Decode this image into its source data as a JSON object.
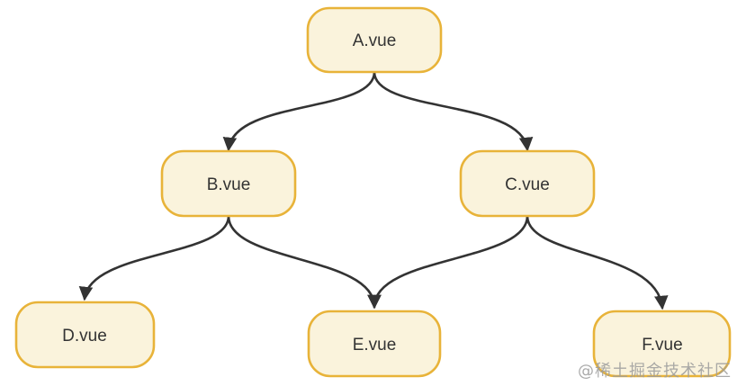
{
  "diagram": {
    "type": "flowchart",
    "nodes": [
      {
        "id": "A",
        "label": "A.vue"
      },
      {
        "id": "B",
        "label": "B.vue"
      },
      {
        "id": "C",
        "label": "C.vue"
      },
      {
        "id": "D",
        "label": "D.vue"
      },
      {
        "id": "E",
        "label": "E.vue"
      },
      {
        "id": "F",
        "label": "F.vue"
      }
    ],
    "edges": [
      {
        "from": "A.vue",
        "to": "B.vue"
      },
      {
        "from": "A.vue",
        "to": "C.vue"
      },
      {
        "from": "B.vue",
        "to": "D.vue"
      },
      {
        "from": "B.vue",
        "to": "E.vue"
      },
      {
        "from": "C.vue",
        "to": "E.vue"
      },
      {
        "from": "C.vue",
        "to": "F.vue"
      }
    ],
    "colors": {
      "background": "#ffffff",
      "node_fill": "#faf3dc",
      "node_border": "#e8b339",
      "node_text": "#333333",
      "edge": "#333333"
    }
  },
  "watermark": {
    "text": "@稀土掘金技术社区",
    "color": "#9c9c9c"
  }
}
